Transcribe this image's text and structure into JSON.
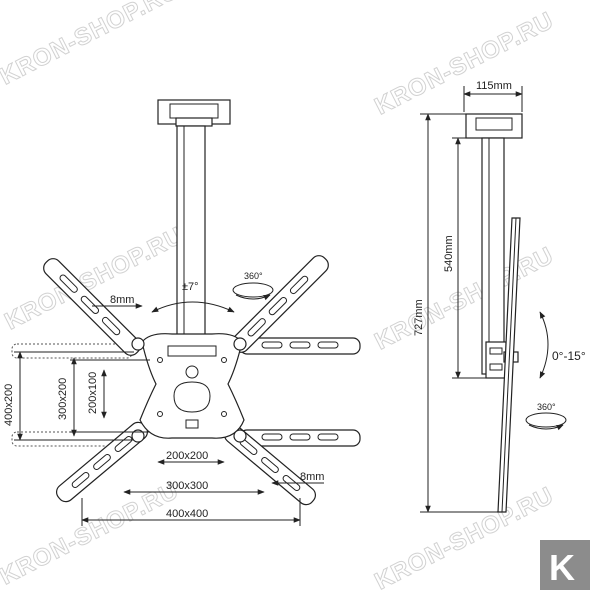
{
  "watermark": "KRON-SHOP.RU",
  "logo_letter": "K",
  "front": {
    "tilt_label": "±7°",
    "rotation_label": "360°",
    "arm_width_top": "8mm",
    "arm_width_bottom": "8mm",
    "horizontal": [
      "200x200",
      "300x300",
      "400x400"
    ],
    "vertical": [
      "200x100",
      "300x200",
      "400x200"
    ]
  },
  "side": {
    "plate_width": "115mm",
    "total_height": "727mm",
    "pole_length": "540mm",
    "tilt_range": "0°-15°",
    "rotation_label": "360°"
  },
  "colors": {
    "line": "#222222",
    "watermark": "#d2d2d2",
    "logo_bg": "#8c8c8c"
  }
}
